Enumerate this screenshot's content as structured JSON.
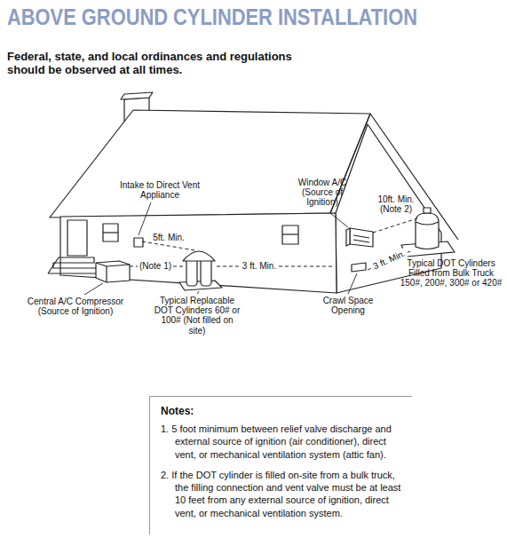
{
  "diagram": {
    "title": "ABOVE GROUND CYLINDER INSTALLATION",
    "nodes": [
      {
        "text": [
          "Notes:",
          "1. 5 foot minimum between relief valve discharge and external source of ignition (air conditioner), direct vent, or mechanical ventilation system (attic fan).",
          "2. If the DOT cylinder is filled on-site from a bulk truck, the filling connection and vent valve must be at least 10 feet from any external source of ignition, direct vent, or mechanical ventilation system."
        ]
      }
    ],
    "labels": [
      "Federal, state, and local ordinances and regulations should be observed at all times.",
      "Intake to Direct Vent Appliance",
      "Window A/C (Source of Ignition)",
      "10ft. Min. (Note 2)",
      "5ft. Min.",
      "(Note 1)",
      "3 ft. Min.",
      "3 ft. Min.",
      "Central A/C Compressor (Source of Ignition)",
      "Typical Replacable DOT Cylinders 60# or 100# (Not filled on site)",
      "Crawl Space Opening",
      "Typical DOT Cylinders Filled from Bulk Truck 150#, 200#, 300# or 420#"
    ]
  }
}
